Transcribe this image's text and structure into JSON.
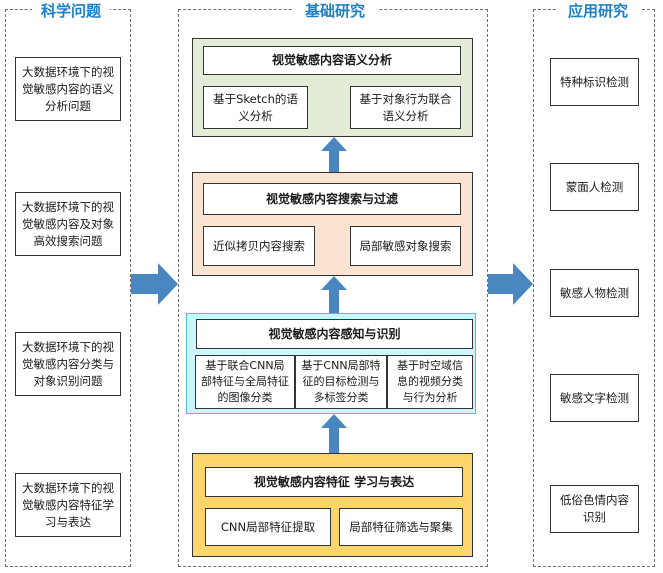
{
  "columns": {
    "left_title": "科学问题",
    "middle_title": "基础研究",
    "right_title": "应用研究"
  },
  "science_questions": [
    "大数据环境下的视觉敏感内容的语义分析问题",
    "大数据环境下的视觉敏感内容及对象高效搜索问题",
    "大数据环境下的视觉敏感内容分类与对象识别问题",
    "大数据环境下的视觉敏感内容特征学习与表达"
  ],
  "research_layers": {
    "semantic": {
      "title": "视觉敏感内容语义分析",
      "items": [
        "基于Sketch的语义分析",
        "基于对象行为联合语义分析"
      ]
    },
    "search": {
      "title": "视觉敏感内容搜索与过滤",
      "items": [
        "近似拷贝内容搜索",
        "局部敏感对象搜索"
      ]
    },
    "recognition": {
      "title": "视觉敏感内容感知与识别",
      "items": [
        "基于联合CNN局部特征与全局特征的图像分类",
        "基于CNN局部特征的目标检测与多标签分类",
        "基于时空域信息的视频分类与行为分析"
      ]
    },
    "features": {
      "title": "视觉敏感内容特征 学习与表达",
      "items": [
        "CNN局部特征提取",
        "局部特征筛选与聚集"
      ]
    }
  },
  "applications": [
    "特种标识检测",
    "蒙面人检测",
    "敏感人物检测",
    "敏感文字检测",
    "低俗色情内容识别"
  ],
  "colors": {
    "title_blue": "#1f7fc4",
    "arrow_blue": "#4a86c0",
    "semantic_bg": "#e3ecd7",
    "search_bg": "#fbe3d2",
    "recognition_bg": "#cdf6fb",
    "recognition_border": "#4fc3d6",
    "features_bg": "#fdd56a"
  }
}
